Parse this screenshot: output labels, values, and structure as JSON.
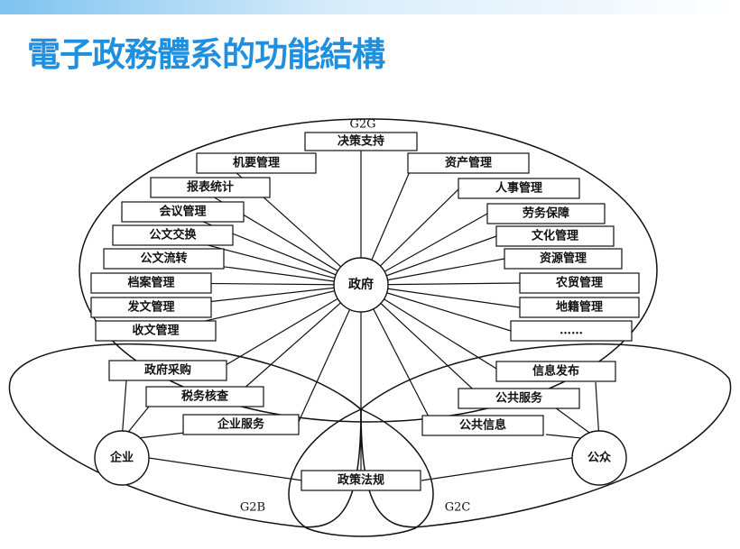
{
  "title": "電子政務體系的功能結構",
  "hub": "政府",
  "g2g_label": "G2G",
  "g2b_label": "G2B",
  "g2c_label": "G2C",
  "enterprise": "企业",
  "public": "公众",
  "center_bottom": "政策法规",
  "left_modules": [
    "机要管理",
    "报表统计",
    "会议管理",
    "公文交换",
    "公文流转",
    "档案管理",
    "发文管理",
    "收文管理"
  ],
  "top_module": "决策支持",
  "right_modules": [
    "资产管理",
    "人事管理",
    "劳务保障",
    "文化管理",
    "资源管理",
    "农贸管理",
    "地籍管理",
    "……"
  ],
  "left_lower_modules": [
    "政府采购",
    "税务核查",
    "企业服务"
  ],
  "right_lower_modules": [
    "信息发布",
    "公共服务",
    "公共信息"
  ]
}
